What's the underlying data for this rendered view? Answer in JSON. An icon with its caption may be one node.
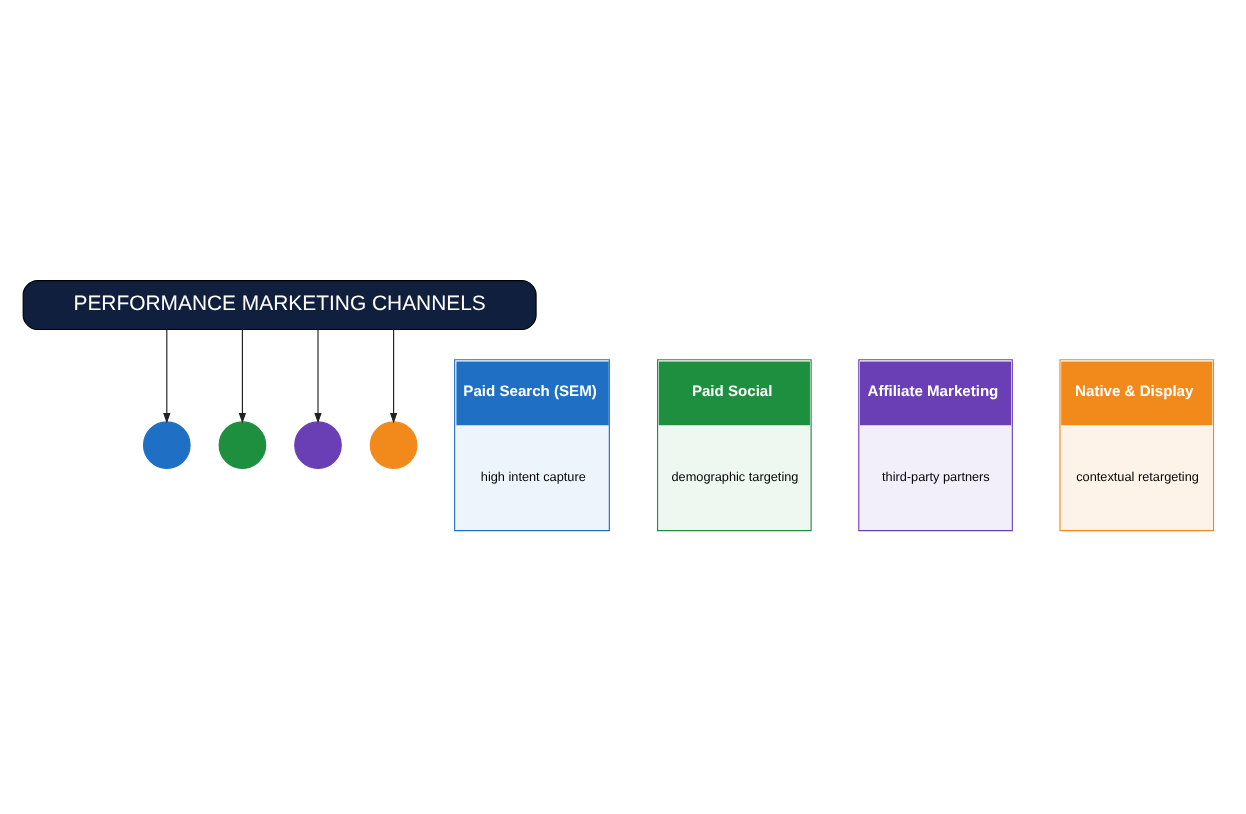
{
  "diagram": {
    "nodes": [
      {
        "text": [
          "PERFORMANCE MARKETING CHANNELS"
        ]
      },
      {
        "text": [],
        "shape": "circle"
      },
      {
        "text": [],
        "shape": "circle"
      },
      {
        "text": [],
        "shape": "circle"
      },
      {
        "text": [],
        "shape": "circle"
      },
      {
        "text": [
          "Paid Search (SEM)",
          "high intent capture"
        ]
      },
      {
        "text": [
          "Paid Social",
          "demographic targeting"
        ]
      },
      {
        "text": [
          "Affiliate Marketing",
          "third-party partners"
        ]
      },
      {
        "text": [
          "Native & Display",
          "contextual retargeting"
        ]
      }
    ],
    "edges": [
      {
        "from": 0,
        "to": 1,
        "arrow": "to"
      },
      {
        "from": 0,
        "to": 2,
        "arrow": "to"
      },
      {
        "from": 0,
        "to": 3,
        "arrow": "to"
      },
      {
        "from": 0,
        "to": 4,
        "arrow": "to"
      }
    ]
  }
}
